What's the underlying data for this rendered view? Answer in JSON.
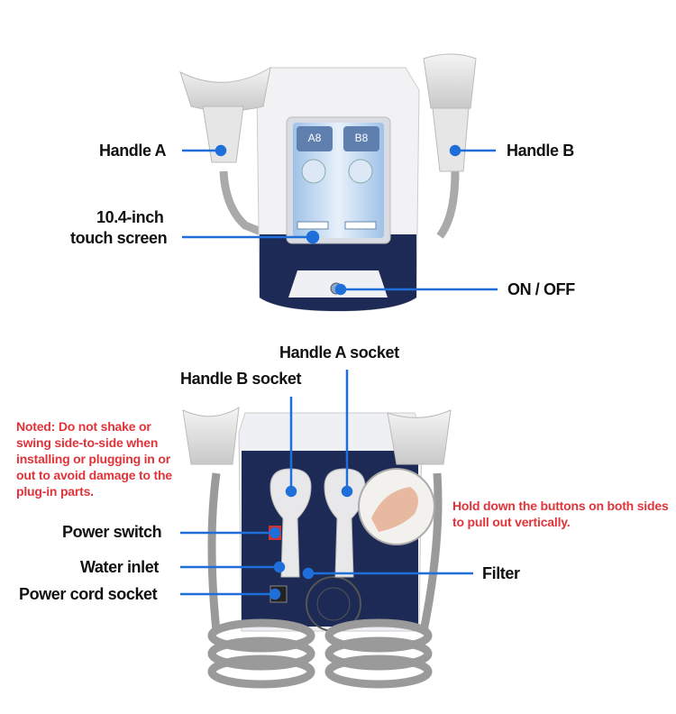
{
  "top_view": {
    "handle_a": "Handle A",
    "touch_screen_line1": "10.4-inch",
    "touch_screen_line2": "touch screen",
    "handle_b": "Handle B",
    "on_off": "ON / OFF",
    "screen": {
      "channel_a": "A8",
      "channel_b": "B8"
    }
  },
  "back_view": {
    "handle_a_socket": "Handle A socket",
    "handle_b_socket": "Handle B socket",
    "note": "Noted: Do not shake or swing side-to-side when installing or plugging in or out to avoid damage to the plug-in parts.",
    "hold_note": "Hold down the buttons on both sides to pull out vertically.",
    "power_switch": "Power switch",
    "water_inlet": "Water inlet",
    "power_cord_socket": "Power cord socket",
    "filter": "Filter"
  },
  "colors": {
    "callout": "#1e6fd9",
    "warning": "#e0343a",
    "panel": "#1d2a55"
  }
}
